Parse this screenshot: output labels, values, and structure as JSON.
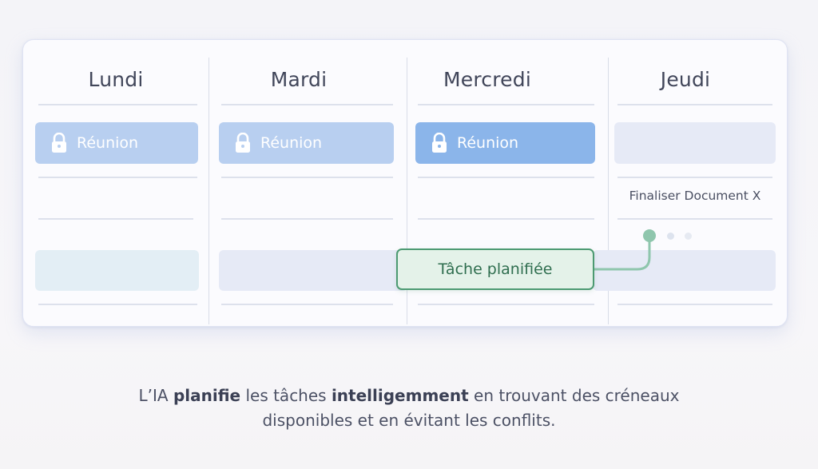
{
  "days": [
    "Lundi",
    "Mardi",
    "Mercredi",
    "Jeudi"
  ],
  "meetings": [
    {
      "label": "Réunion",
      "icon": "lock-icon"
    },
    {
      "label": "Réunion",
      "icon": "lock-icon"
    },
    {
      "label": "Réunion",
      "icon": "lock-icon"
    }
  ],
  "task_document": "Finaliser Document X",
  "scheduled_task": "Tâche planifiée",
  "caption": {
    "part1": "L’IA ",
    "bold1": "planifie",
    "part2": " les tâches ",
    "bold2": "intelligemment",
    "part3": " en trouvant des créneaux",
    "line2": "disponibles et en évitant les conflits."
  },
  "colors": {
    "meeting_light": "#b8cff0",
    "meeting_active": "#8bb5ea",
    "scheduled_border": "#4c9a72",
    "scheduled_fill": "#e4f2e9",
    "connector": "#8fc6ad"
  }
}
